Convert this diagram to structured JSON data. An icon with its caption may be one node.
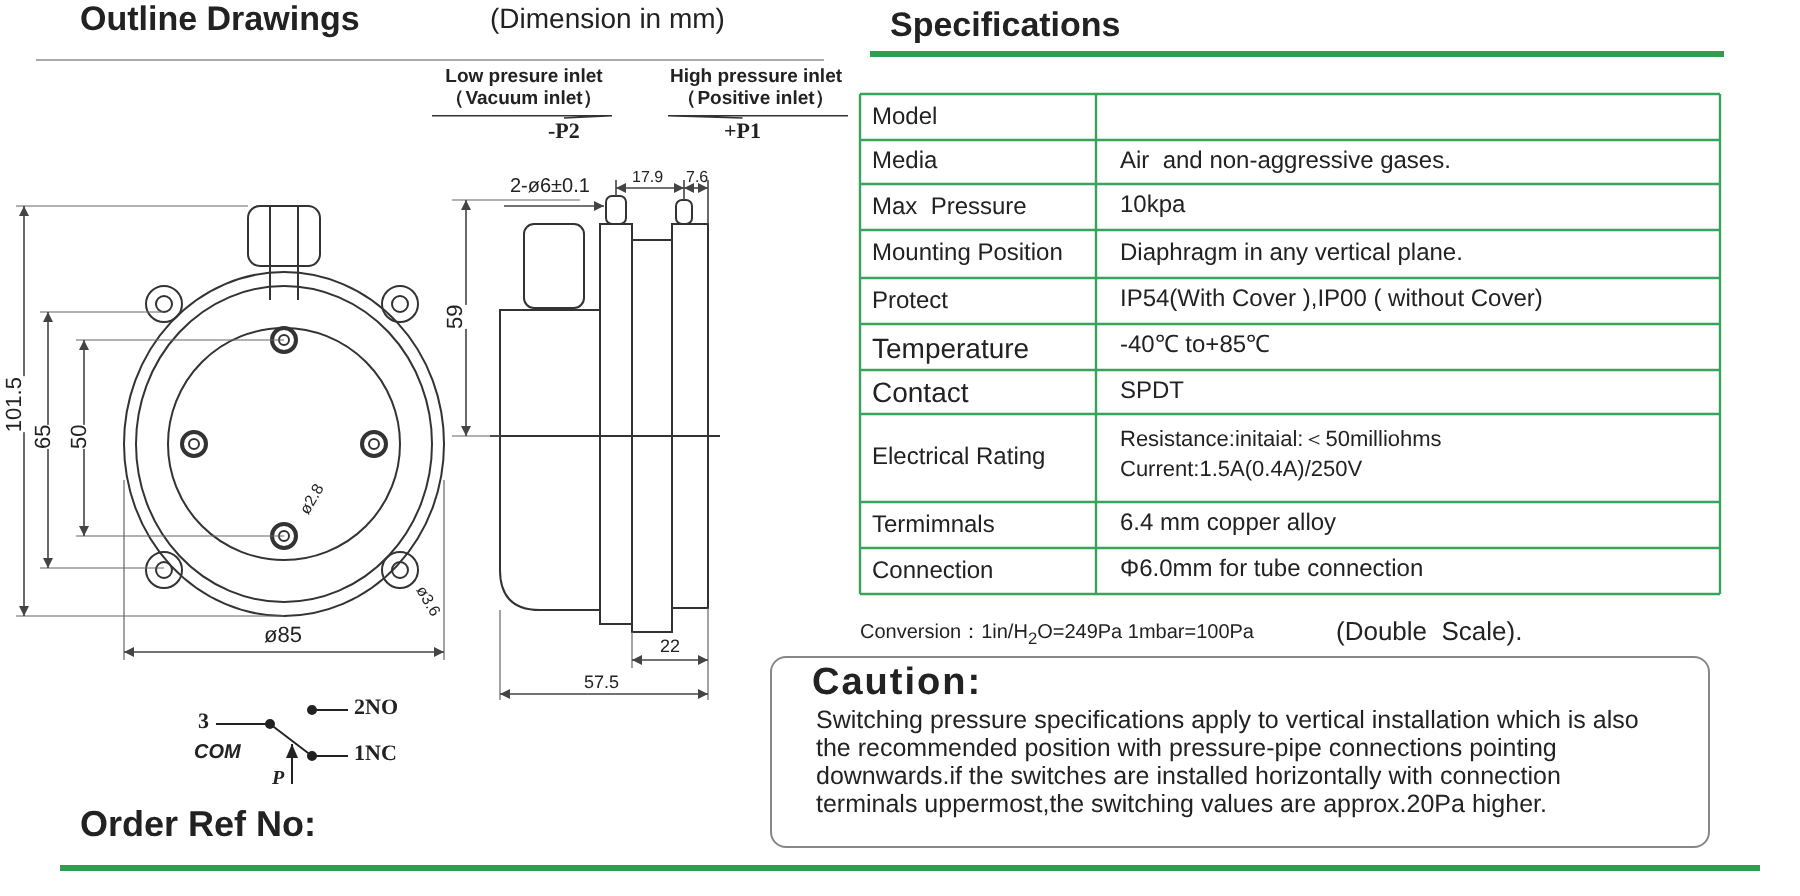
{
  "diagram": {
    "nodes": [
      {
        "text": [
          "Low presure inlet （Vacuum inlet）"
        ]
      },
      {
        "text": [
          "-P2"
        ]
      },
      {
        "text": [
          "High pressure inlet （Positive inlet）"
        ]
      },
      {
        "text": [
          "+P1"
        ]
      },
      {
        "text": [
          "Caution:",
          "Switching pressure specifications apply to vertical installation which is also the recommended position with pressure-pipe connections pointing downwards.if the switches are installed horizontally with connection terminals uppermost,the switching values are approx.20Pa higher."
        ]
      }
    ],
    "edges": [
      {
        "from": 0,
        "to": 1,
        "arrow": "none"
      },
      {
        "from": 2,
        "to": 3,
        "arrow": "none"
      }
    ],
    "labels": [
      "Outline Drawings",
      "(Dimension in mm)",
      "Specifications",
      "101.5",
      "65",
      "50",
      "ø2.8",
      "ø3.6",
      "ø85",
      "2-ø6±0.1",
      "17.9",
      "7.6",
      "59",
      "22",
      "57.5",
      "3",
      "COM",
      "P",
      "2NO",
      "1NC",
      "Order Ref No:",
      "Model",
      "Media",
      "Air  and non-aggressive gases.",
      "Max  Pressure",
      "10kpa",
      "Mounting Position",
      "Diaphragm in any vertical plane.",
      "Protect",
      "IP54(With Cover ),IP00 ( without Cover)",
      "Temperature",
      "-40℃ to+85℃",
      "Contact",
      "SPDT",
      "Electrical Rating",
      "Resistance:initaial:＜50milliohms",
      "Current:1.5A(0.4A)/250V",
      "Termimnals",
      "6.4 mm copper alloy",
      "Connection",
      "Φ6.0mm for tube connection",
      "Conversion：1in/H$_{2}$O=249Pa 1mbar=100Pa",
      "(Double  Scale)."
    ]
  }
}
